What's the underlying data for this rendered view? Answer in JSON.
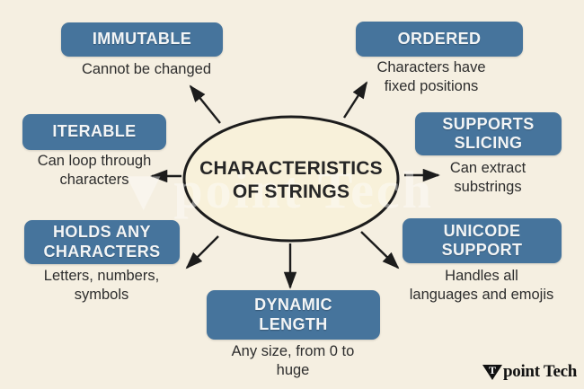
{
  "colors": {
    "background": "#f5efe1",
    "node_fill": "#46749c",
    "ellipse_fill": "#f8f1da",
    "line": "#1c1c1c"
  },
  "center": {
    "title": "CHARACTERISTICS\nOF STRINGS"
  },
  "nodes": {
    "immutable": {
      "label": "IMMUTABLE",
      "desc": "Cannot be changed"
    },
    "ordered": {
      "label": "ORDERED",
      "desc": "Characters have\nfixed positions"
    },
    "iterable": {
      "label": "ITERABLE",
      "desc": "Can loop through\ncharacters"
    },
    "slicing": {
      "label": "SUPPORTS\nSLICING",
      "desc": "Can extract\nsubstrings"
    },
    "holds": {
      "label": "HOLDS ANY\nCHARACTERS",
      "desc": "Letters, numbers,\nsymbols"
    },
    "dynamic": {
      "label": "DYNAMIC\nLENGTH",
      "desc": "Any size, from 0 to\nhuge"
    },
    "unicode": {
      "label": "UNICODE\nSUPPORT",
      "desc": "Handles all\nlanguages and emojis"
    }
  },
  "watermark": {
    "triangle": "▼",
    "text": "point Tech"
  },
  "logo": {
    "initial": "T",
    "text": "point Tech"
  }
}
